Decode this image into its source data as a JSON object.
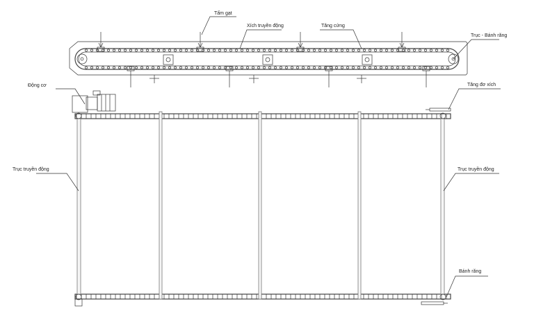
{
  "labels": {
    "scraper": "Tấm gạt",
    "drive_chain": "Xích truyền động",
    "stiffener": "Tăng cứng",
    "shaft_sprocket": "Trục - Bánh răng",
    "motor": "Động cơ",
    "chain_tensioner": "Tăng đơ xích",
    "drive_shaft_left": "Trục truyền động",
    "drive_shaft_right": "Trục truyền động",
    "sprocket": "Bánh răng"
  },
  "colors": {
    "line": "#333333",
    "chain": "#444444",
    "background": "#ffffff"
  }
}
